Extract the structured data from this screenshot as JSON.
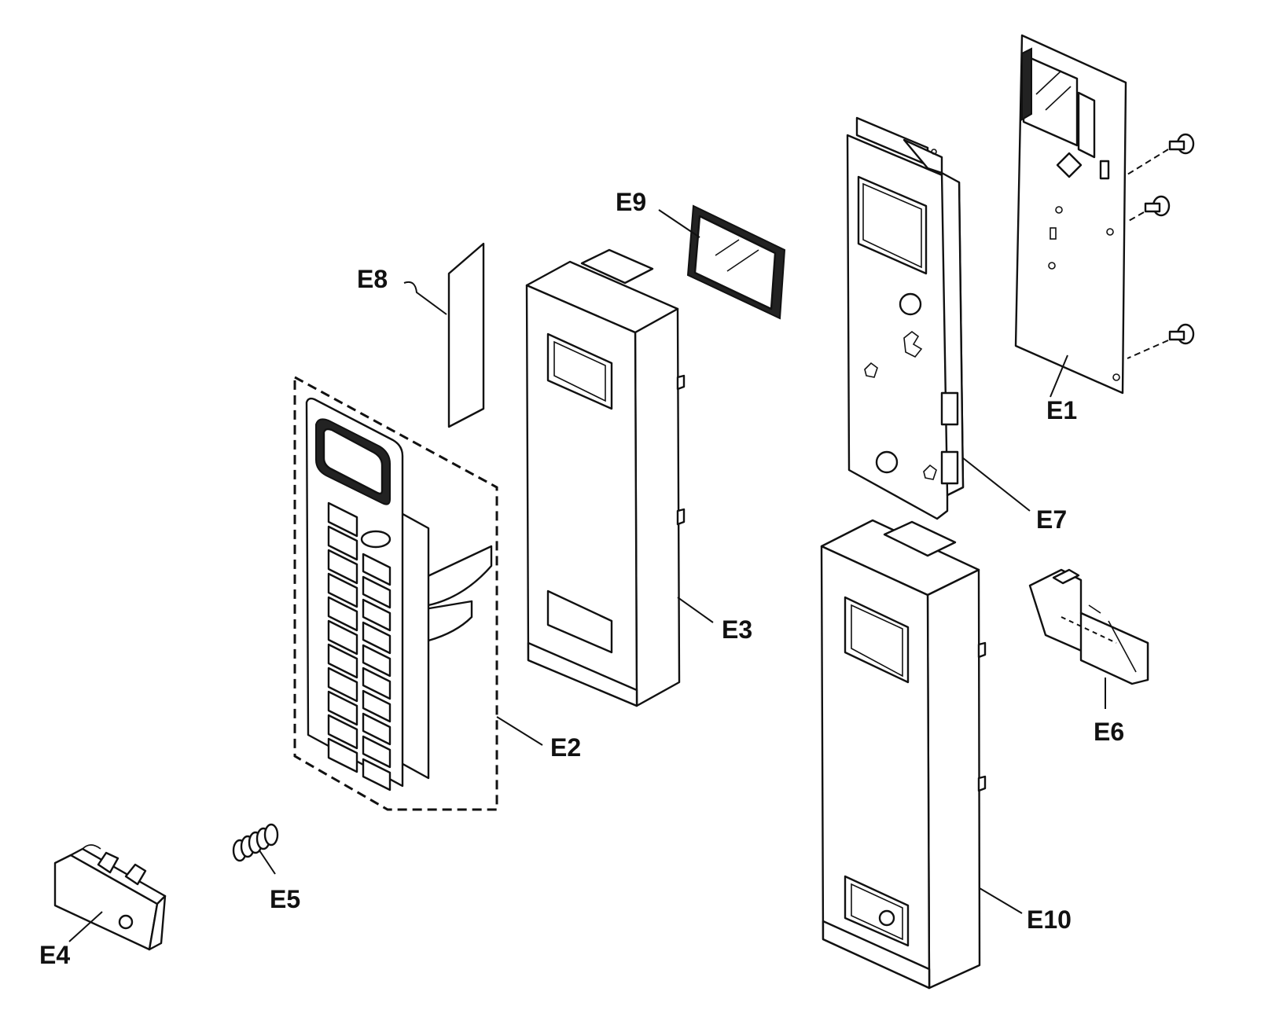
{
  "diagram": {
    "parts": [
      {
        "id": "E1",
        "label": "E1"
      },
      {
        "id": "E2",
        "label": "E2"
      },
      {
        "id": "E3",
        "label": "E3"
      },
      {
        "id": "E4",
        "label": "E4"
      },
      {
        "id": "E5",
        "label": "E5"
      },
      {
        "id": "E6",
        "label": "E6"
      },
      {
        "id": "E7",
        "label": "E7"
      },
      {
        "id": "E8",
        "label": "E8"
      },
      {
        "id": "E9",
        "label": "E9"
      },
      {
        "id": "E10",
        "label": "E10"
      }
    ]
  }
}
